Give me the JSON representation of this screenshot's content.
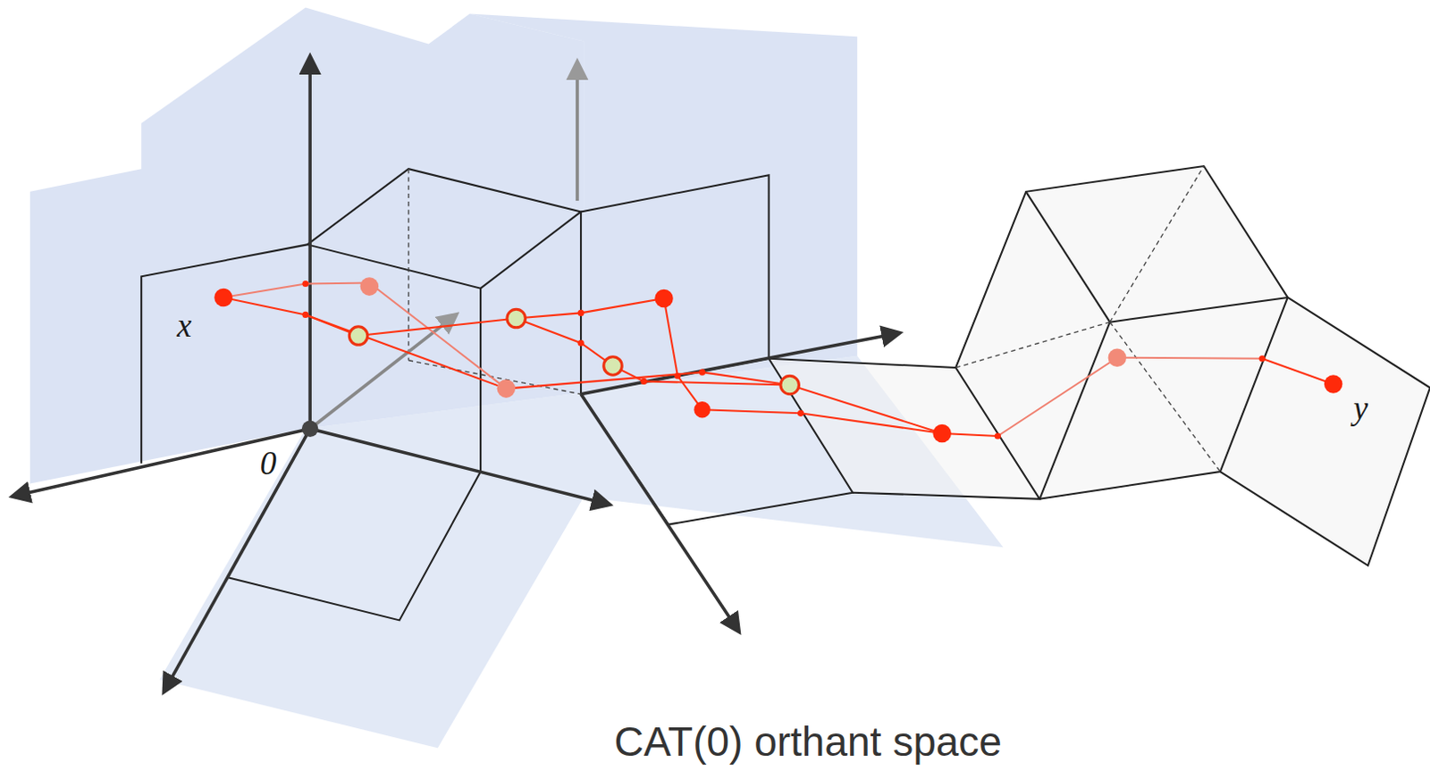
{
  "diagram": {
    "caption": "CAT(0) orthant space",
    "labels": [
      "x",
      "0",
      "y"
    ]
  }
}
